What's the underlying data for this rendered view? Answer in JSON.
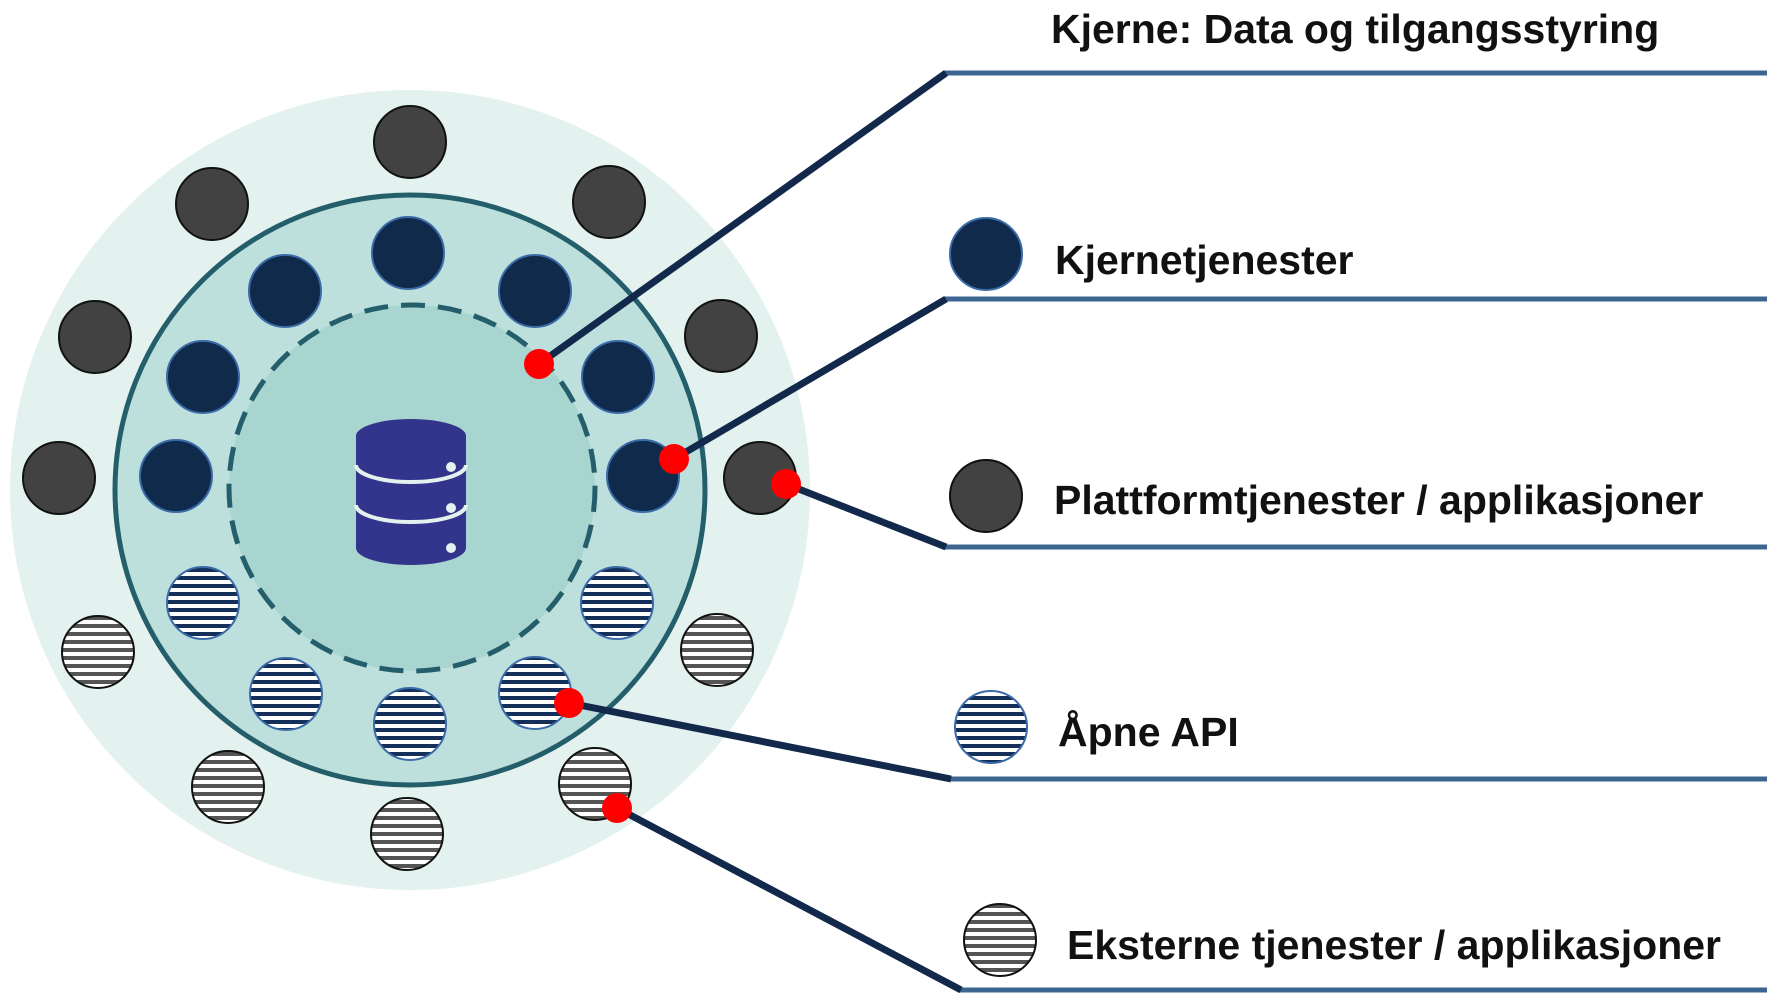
{
  "legend": {
    "core": "Kjerne: Data og tilgangsstyring",
    "core_services": "Kjernetjenester",
    "platform_services": "Plattformtjenester / applikasjoner",
    "open_api": "Åpne API",
    "external_services": "Eksterne tjenester / applikasjoner"
  },
  "icons": {
    "core": "database-icon"
  },
  "colors": {
    "outer_ring": "#e3f1ef",
    "middle_ring": "#bde0dc",
    "inner_ring": "#a9d5d0",
    "ring_stroke": "#245e6b",
    "core_service_fill": "#0f2a4a",
    "platform_service_fill": "#424242",
    "database": "#33348c",
    "pointer_line": "#13294b",
    "legend_underline": "#3d6591",
    "pointer_dot": "#ff0000"
  }
}
